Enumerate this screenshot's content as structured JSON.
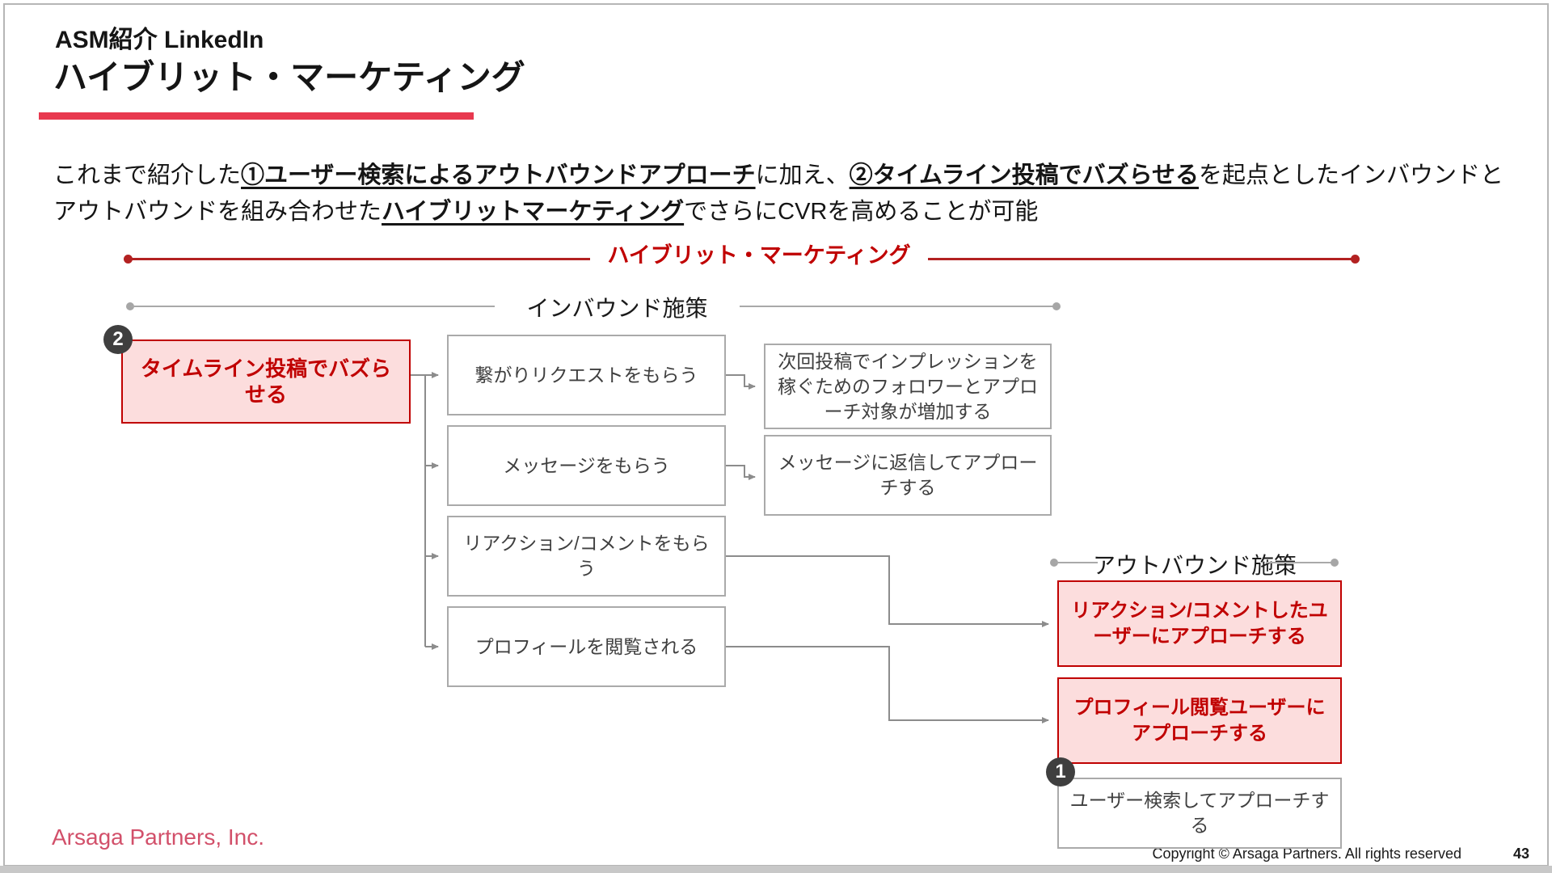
{
  "slide": {
    "kicker": "ASM紹介 LinkedIn",
    "title": "ハイブリット・マーケティング",
    "intro": {
      "segments": [
        {
          "text": "これまで紹介した",
          "style": "plain"
        },
        {
          "text": "①ユーザー検索によるアウトバウンドアプローチ",
          "style": "bold-underline"
        },
        {
          "text": "に加え、",
          "style": "plain"
        },
        {
          "text": "②タイムライン投稿でバズらせる",
          "style": "bold-underline"
        },
        {
          "text": "を起点としたインバウンドとアウトバウンドを組み合わせた",
          "style": "plain"
        },
        {
          "text": "ハイブリットマーケティング",
          "style": "bold-underline"
        },
        {
          "text": "でさらにCVRを高めることが可能",
          "style": "plain"
        }
      ]
    },
    "diagram": {
      "hybrid_label": "ハイブリット・マーケティング",
      "inbound_label": "インバウンド施策",
      "outbound_label": "アウトバウンド施策",
      "badge_2": "2",
      "badge_1": "1",
      "trigger_box": "タイムライン投稿でバズらせる",
      "inbound_boxes": [
        "繋がりリクエストをもらう",
        "メッセージをもらう",
        "リアクション/コメントをもらう",
        "プロフィールを閲覧される"
      ],
      "result_boxes": [
        "次回投稿でインプレッションを稼ぐためのフォロワーとアプローチ対象が増加する",
        "メッセージに返信してアプローチする"
      ],
      "outbound_boxes": [
        "リアクション/コメントしたユーザーにアプローチする",
        "プロフィール閲覧ユーザーにアプローチする"
      ],
      "search_box": "ユーザー検索してアプローチする"
    },
    "footer": {
      "company": "Arsaga Partners, Inc.",
      "copyright": "Copyright © Arsaga Partners. All rights reserved",
      "page": "43"
    },
    "colors": {
      "accent_red_text": "#c00000",
      "red_rail": "#b32121",
      "pink_box_fill": "#fcdddd",
      "title_underline": "#e8394f",
      "gray_rail": "#a6a6a6",
      "connector_gray": "#8c8c8c",
      "badge_bg": "#3f3f3f",
      "company_text": "#d2506a"
    }
  }
}
